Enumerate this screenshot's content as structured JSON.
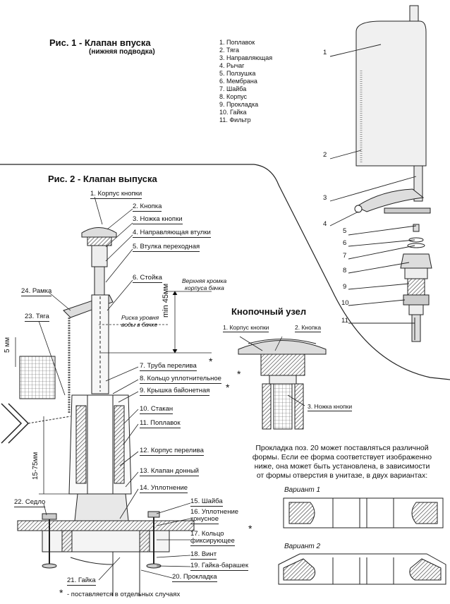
{
  "fig1": {
    "title": "Рис. 1 - Клапан впуска",
    "subtitle": "(нижняя подводка)",
    "legend": [
      "1. Поплавок",
      "2. Тяга",
      "3. Направляющая",
      "4. Рычаг",
      "5. Ползушка",
      "6. Мембрана",
      "7. Шайба",
      "8. Корпус",
      "9. Прокладка",
      "10. Гайка",
      "11. Фильтр"
    ],
    "callouts": [
      "1",
      "2",
      "3",
      "4",
      "5",
      "6",
      "7",
      "8",
      "9",
      "10",
      "11"
    ]
  },
  "fig2": {
    "title": "Рис. 2 - Клапан выпуска",
    "labels": {
      "p1": "1. Корпус кнопки",
      "p2": "2. Кнопка",
      "p3": "3. Ножка кнопки",
      "p4": "4. Направляющая втулки",
      "p5": "5. Втулка переходная",
      "p6": "6. Стойка",
      "p7": "7. Труба перелива",
      "p8": "8. Кольцо уплотнительное",
      "p9": "9. Крышка байонетная",
      "p10": "10. Стакан",
      "p11": "11. Поплавок",
      "p12": "12. Корпус перелива",
      "p13": "13. Клапан донный",
      "p14": "14. Уплотнение",
      "p15": "15. Шайба",
      "p16a": "16. Уплотнение",
      "p16b": "конусное",
      "p17a": "17. Кольцо",
      "p17b": "фиксирующее",
      "p18": "18. Винт",
      "p19": "19. Гайка-барашек",
      "p20": "20. Прокладка",
      "p21": "21. Гайка",
      "p22": "22. Седло",
      "p23": "23. Тяга",
      "p24": "24. Рамка"
    },
    "annotations": {
      "upper_edge": "Верхняя кромка",
      "upper_edge2": "корпуса бачка",
      "water_mark": "Риска уровня",
      "water_mark2": "воды в бачке",
      "min45": "min 45мм",
      "mm5": "5 мм",
      "mm15_75": "15-75мм",
      "star": "*",
      "footnote": "- поставляется в отдельных случаях"
    }
  },
  "button_unit": {
    "title": "Кнопочный узел",
    "l1": "1. Корпус кнопки",
    "l2": "2. Кнопка",
    "l3": "3. Ножка кнопки"
  },
  "gasket_note": {
    "lines": [
      "Прокладка поз. 20 может поставляться различной",
      "формы. Если ее форма соответствует изображенно",
      "ниже, она может быть установлена, в зависимости",
      "от формы отверстия в унитазе, в двух вариантах:"
    ],
    "variant1": "Вариант 1",
    "variant2": "Вариант 2"
  }
}
